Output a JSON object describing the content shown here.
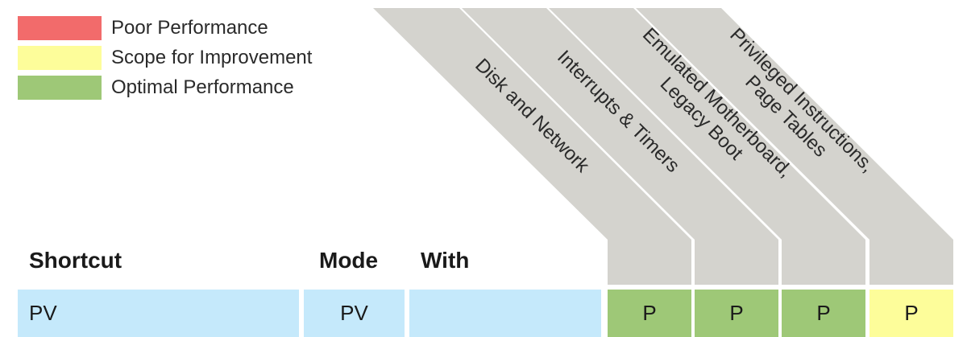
{
  "legend": [
    {
      "label": "Poor Performance",
      "color": "#f26b6b"
    },
    {
      "label": "Scope for Improvement",
      "color": "#fdfd9a"
    },
    {
      "label": "Optimal Performance",
      "color": "#9ec877"
    }
  ],
  "column_headers": [
    {
      "label": "Disk and Network"
    },
    {
      "label": "Interrupts & Timers"
    },
    {
      "label": "Emulated Motherboard,\nLegacy Boot"
    },
    {
      "label": "Privileged Instructions,\nPage Tables"
    }
  ],
  "table_headers": {
    "shortcut": "Shortcut",
    "mode": "Mode",
    "with": "With"
  },
  "row": {
    "shortcut": "PV",
    "mode": "PV",
    "with": "",
    "cells": [
      {
        "value": "P",
        "status": "optimal"
      },
      {
        "value": "P",
        "status": "optimal"
      },
      {
        "value": "P",
        "status": "optimal"
      },
      {
        "value": "P",
        "status": "improvement"
      }
    ]
  },
  "colors": {
    "header_gray": "#d4d3ce",
    "light_blue": "#c5e9fb",
    "optimal": "#9ec877",
    "improvement": "#fdfd9a",
    "poor": "#f26b6b"
  }
}
